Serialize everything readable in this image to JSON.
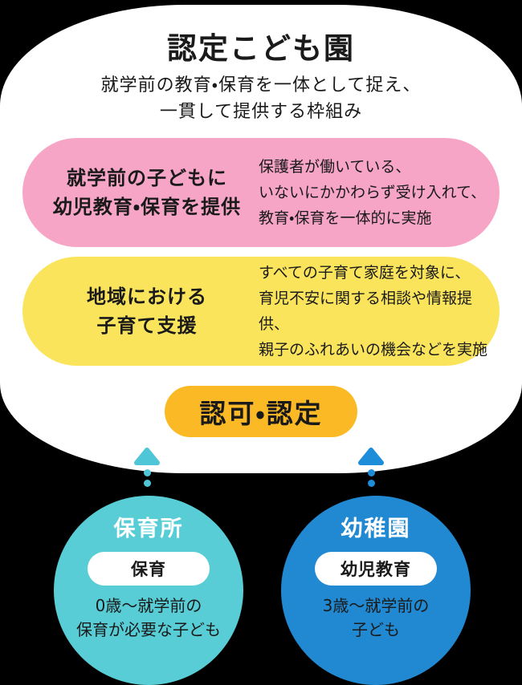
{
  "colors": {
    "background": "#000000",
    "panel": "#ffffff",
    "pink": "#f7a5c6",
    "yellow": "#fae45c",
    "orange_badge": "#fbba25",
    "teal_circle": "#58cdd5",
    "blue_circle": "#2189d2",
    "teal_arrow": "#4ec6d8",
    "blue_arrow": "#1e8dd9",
    "text_dark": "#1a1a1a",
    "text_white": "#ffffff"
  },
  "header": {
    "title": "認定こども園",
    "subtitle_lines": [
      "就学前の教育・保育を一体として捉え、",
      "一貫して提供する枠組み"
    ]
  },
  "functions": [
    {
      "name_lines": [
        "就学前の子どもに",
        "幼児教育・保育を提供"
      ],
      "description_lines": [
        "保護者が働いている、",
        "いないにかかわらず受け入れて、",
        "教育・保育を一体的に実施"
      ]
    },
    {
      "name_lines": [
        "地域における",
        "子育て支援"
      ],
      "description_lines": [
        "すべての子育て家庭を対象に、",
        "育児不安に関する相談や情報提供、",
        "親子のふれあいの機会などを実施"
      ]
    }
  ],
  "approval_badge": {
    "label": "認可・認定"
  },
  "origins": [
    {
      "title": "保育所",
      "category": "保育",
      "target_lines": [
        "0歳〜就学前の",
        "保育が必要な子ども"
      ]
    },
    {
      "title": "幼稚園",
      "category": "幼児教育",
      "target_lines": [
        "3歳〜就学前の",
        "子ども"
      ]
    }
  ]
}
